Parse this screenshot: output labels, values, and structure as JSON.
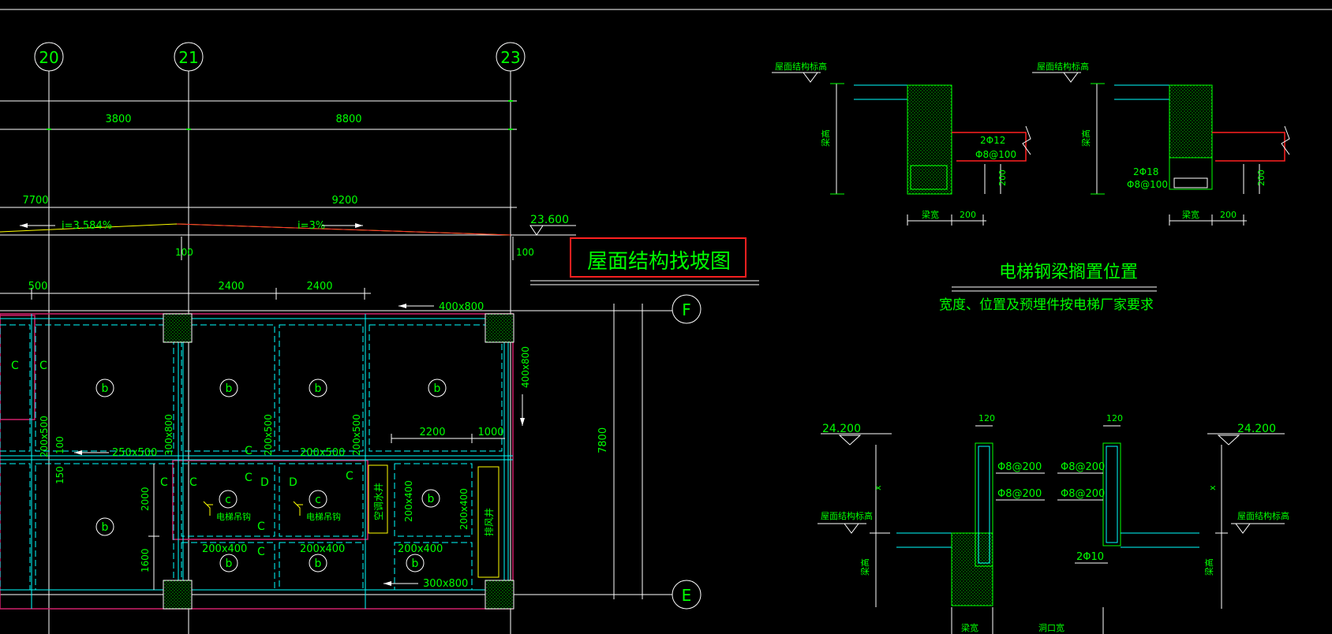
{
  "axes": {
    "a20": "20",
    "a21": "21",
    "a23": "23",
    "rowF": "F",
    "rowE": "E"
  },
  "dims": {
    "d3800": "3800",
    "d8800": "8800",
    "d7700": "7700",
    "d9200": "9200",
    "d100a": "100",
    "d100b": "100",
    "d500": "500",
    "d2400a": "2400",
    "d2400b": "2400",
    "d2200": "2200",
    "d1000": "1000",
    "d2000": "2000",
    "d1600": "1600",
    "d7800": "7800",
    "d150": "150",
    "d100c": "100"
  },
  "slope": {
    "left": "i=3.584%",
    "right": "i=3%"
  },
  "elevations": {
    "top": "23.600",
    "left": "24.200",
    "right": "24.200"
  },
  "beams": {
    "b400x800_top": "400x800",
    "b400x800_side": "400x800",
    "b250x500": "250x500",
    "b200x500_a": "200x500",
    "b200x500_b": "200x500",
    "b200x500_c": "200x500",
    "b200x500_d": "200x500",
    "b300x800_v": "300x800",
    "b200x400_a": "200x400",
    "b200x400_b": "200x400",
    "b200x400_c": "200x400",
    "b200x400_v1": "200x400",
    "b200x400_v2": "200x400",
    "b300x800_bot": "300x800"
  },
  "slab_marks": {
    "b": "b",
    "c": "c",
    "C": "C",
    "D": "D"
  },
  "rooms": {
    "elevator_pit": "电梯吊钩",
    "ac_well": "空调水井",
    "vent_well": "排风井"
  },
  "title": {
    "text": "屋面结构找坡图"
  },
  "detail1": {
    "label_roof_a": "屋面结构标高",
    "label_roof_b": "屋面结构标高",
    "rebar_a": "2Φ12",
    "stirrup_a": "Φ8@100",
    "rebar_b": "2Φ18",
    "stirrup_b": "Φ8@100",
    "dim200a": "200",
    "dim200b": "200",
    "dim200c": "200",
    "dim200d": "200",
    "beam_w_a": "梁宽",
    "beam_w_b": "梁宽",
    "beam_h_a": "梁高",
    "beam_h_b": "梁高",
    "title": "电梯钢梁搁置位置",
    "note": "宽度、位置及预埋件按电梯厂家要求"
  },
  "detail2": {
    "dim120a": "120",
    "dim120b": "120",
    "s1": "Φ8@200",
    "s2": "Φ8@200",
    "s3": "Φ8@200",
    "s4": "Φ8@200",
    "bar": "2Φ10",
    "label_roof_a": "屋面结构标高",
    "label_roof_b": "屋面结构标高",
    "x1": "x",
    "x2": "x",
    "beam_h": "梁高",
    "beam_h2": "梁高",
    "beam_w": "梁宽",
    "opening_w": "洞口宽"
  }
}
